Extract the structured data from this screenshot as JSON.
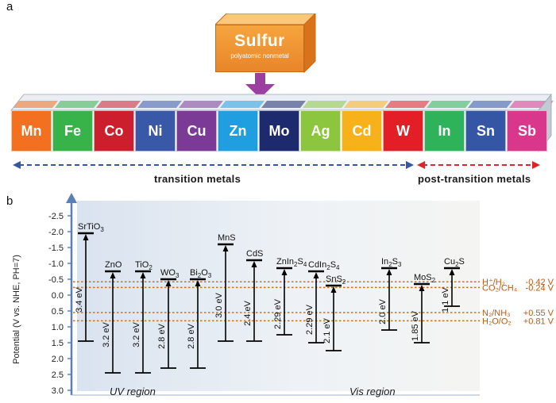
{
  "panel_a": {
    "label": "a",
    "source_box": {
      "title": "Sulfur",
      "subtitle": "polyatomic nonmetal"
    },
    "elements": [
      {
        "symbol": "Mn",
        "color": "#f2701f"
      },
      {
        "symbol": "Fe",
        "color": "#37b34a"
      },
      {
        "symbol": "Co",
        "color": "#cc1f2d"
      },
      {
        "symbol": "Ni",
        "color": "#3a58a8"
      },
      {
        "symbol": "Cu",
        "color": "#7b3a96"
      },
      {
        "symbol": "Zn",
        "color": "#1f9fe0"
      },
      {
        "symbol": "Mo",
        "color": "#1e2a6e"
      },
      {
        "symbol": "Ag",
        "color": "#8cc63f"
      },
      {
        "symbol": "Cd",
        "color": "#f7b21b"
      },
      {
        "symbol": "W",
        "color": "#e31e26"
      },
      {
        "symbol": "In",
        "color": "#2fb35a"
      },
      {
        "symbol": "Sn",
        "color": "#3555a5"
      },
      {
        "symbol": "Sb",
        "color": "#d9378c"
      }
    ],
    "group_labels": {
      "transition": "transition metals",
      "post_transition": "post-transition metals"
    }
  },
  "panel_b": {
    "label": "b"
  },
  "chart_data": {
    "type": "band-diagram",
    "ylabel": "Potential (V vs. NHE, PH=7)",
    "ylim": [
      -2.75,
      3.0
    ],
    "y_inverted": true,
    "yticks": [
      "-2.5",
      "-2.0",
      "-1.5",
      "-1.0",
      "-0.5",
      "0.0",
      "0.5",
      "1.0",
      "1.5",
      "2.0",
      "2.5",
      "3.0"
    ],
    "region_labels": [
      "UV region",
      "Vis region"
    ],
    "materials": [
      {
        "name": "SrTiO",
        "sub": "3",
        "cb": -1.95,
        "vb": 1.45,
        "gap": "3.4 eV"
      },
      {
        "name": "ZnO",
        "sub": "",
        "cb": -0.75,
        "vb": 2.45,
        "gap": "3.2 eV"
      },
      {
        "name": "TiO",
        "sub": "2",
        "cb": -0.75,
        "vb": 2.45,
        "gap": "3.2 eV"
      },
      {
        "name": "WO",
        "sub": "3",
        "cb": -0.5,
        "vb": 2.3,
        "gap": "2.8 eV"
      },
      {
        "name": "Bi",
        "sub": "2",
        "name2": "O",
        "sub2": "3",
        "cb": -0.5,
        "vb": 2.3,
        "gap": "2.8 eV"
      },
      {
        "name": "MnS",
        "sub": "",
        "cb": -1.6,
        "vb": 1.45,
        "gap": "3.0 eV"
      },
      {
        "name": "CdS",
        "sub": "",
        "cb": -1.1,
        "vb": 1.45,
        "gap": "2.4 eV"
      },
      {
        "name": "ZnIn",
        "sub": "2",
        "name2": "S",
        "sub2": "4",
        "cb": -0.85,
        "vb": 1.25,
        "gap": "2.29 eV"
      },
      {
        "name": "CdIn",
        "sub": "2",
        "name2": "S",
        "sub2": "4",
        "cb": -0.75,
        "vb": 1.5,
        "gap": "2.29 eV"
      },
      {
        "name": "SnS",
        "sub": "2",
        "cb": -0.3,
        "vb": 1.75,
        "gap": "2.1 eV"
      },
      {
        "name": "In",
        "sub": "2",
        "name2": "S",
        "sub2": "3",
        "cb": -0.85,
        "vb": 1.1,
        "gap": "2.0 eV"
      },
      {
        "name": "MoS",
        "sub": "2",
        "cb": -0.35,
        "vb": 1.5,
        "gap": "1.85 eV"
      },
      {
        "name": "Cu",
        "sub": "2",
        "name2": "S",
        "sub2": "",
        "cb": -0.85,
        "vb": 0.35,
        "gap": "1.1 eV"
      }
    ],
    "reference_lines": [
      {
        "label": "H⁺/H₂",
        "value_text": "-0.42 V",
        "value": -0.42
      },
      {
        "label": "CO₂/CH₄",
        "value_text": "-0.24 V",
        "value": -0.24
      },
      {
        "label": "N₂/NH₃",
        "value_text": "+0.55 V",
        "value": 0.55
      },
      {
        "label": "H₂O/O₂",
        "value_text": "+0.81 V",
        "value": 0.81
      }
    ],
    "colors": {
      "reference_line": "#c8701a",
      "reference_text": "#b85a16",
      "axis": "#5b7fb8"
    }
  }
}
